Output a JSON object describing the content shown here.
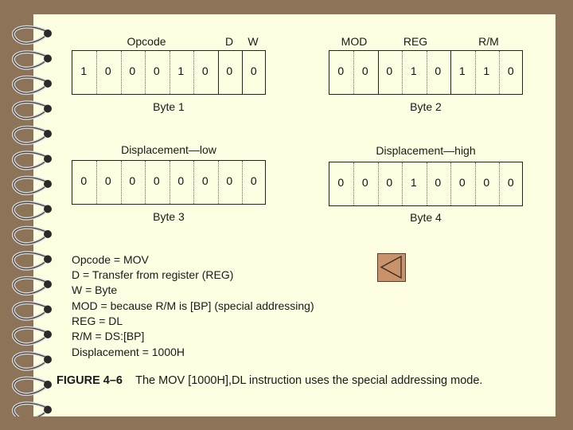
{
  "byte1": {
    "fields": [
      {
        "label": "Opcode"
      },
      {
        "label": "D"
      },
      {
        "label": "W"
      }
    ],
    "bits": [
      "1",
      "0",
      "0",
      "0",
      "1",
      "0",
      "0",
      "0"
    ],
    "caption": "Byte 1"
  },
  "byte2": {
    "fields": [
      {
        "label": "MOD"
      },
      {
        "label": "REG"
      },
      {
        "label": "R/M"
      }
    ],
    "bits": [
      "0",
      "0",
      "0",
      "1",
      "0",
      "1",
      "1",
      "0"
    ],
    "caption": "Byte 2"
  },
  "byte3": {
    "fields": [
      {
        "label": "Displacement—low"
      }
    ],
    "bits": [
      "0",
      "0",
      "0",
      "0",
      "0",
      "0",
      "0",
      "0"
    ],
    "caption": "Byte 3"
  },
  "byte4": {
    "fields": [
      {
        "label": "Displacement—high"
      }
    ],
    "bits": [
      "0",
      "0",
      "0",
      "1",
      "0",
      "0",
      "0",
      "0"
    ],
    "caption": "Byte 4"
  },
  "definitions": [
    "Opcode = MOV",
    "D = Transfer from register (REG)",
    "W = Byte",
    "MOD = because R/M is [BP] (special addressing)",
    "REG = DL",
    "R/M = DS:[BP]",
    "Displacement = 1000H"
  ],
  "figure": {
    "number": "FIGURE 4–6",
    "text": "The MOV [1000H],DL instruction uses the special addressing mode."
  },
  "nav": {
    "back_icon": "back-arrow-icon"
  },
  "colors": {
    "background": "#8d7358",
    "paper": "#fdfde2",
    "button": "#c8936a"
  }
}
